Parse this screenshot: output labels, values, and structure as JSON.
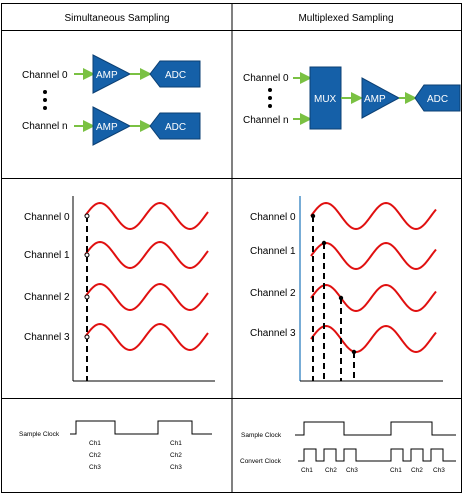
{
  "columns": {
    "left_title": "Simultaneous Sampling",
    "right_title": "Multiplexed Sampling"
  },
  "block_diagram": {
    "left": {
      "channel_top": "Channel 0",
      "channel_bottom": "Channel n",
      "amp": "AMP",
      "adc": "ADC"
    },
    "right": {
      "channel_top": "Channel 0",
      "channel_bottom": "Channel n",
      "mux": "MUX",
      "amp": "AMP",
      "adc": "ADC"
    }
  },
  "waveforms": {
    "channels": [
      "Channel 0",
      "Channel 1",
      "Channel 2",
      "Channel 3"
    ],
    "wave_color": "#e01010",
    "axis_color_right": "#4a90c8"
  },
  "timing": {
    "left": {
      "sample_clock": "Sample Clock",
      "group1": [
        "Ch1",
        "Ch2",
        "Ch3"
      ],
      "group2": [
        "Ch1",
        "Ch2",
        "Ch3"
      ]
    },
    "right": {
      "sample_clock": "Sample Clock",
      "convert_clock": "Convert Clock",
      "group1": [
        "Ch1",
        "Ch2",
        "Ch3"
      ],
      "group2": [
        "Ch1",
        "Ch2",
        "Ch3"
      ]
    }
  },
  "colors": {
    "block_fill": "#1560a8",
    "block_stroke": "#0b3f73",
    "arrow": "#7ac143",
    "grid_line": "#000000"
  }
}
